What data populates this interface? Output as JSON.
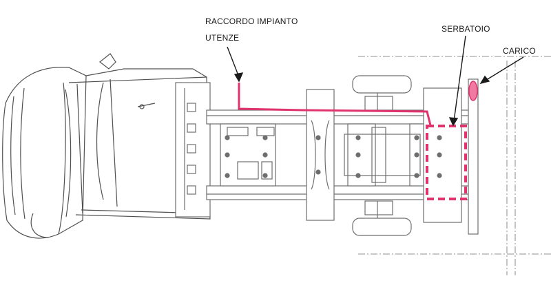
{
  "labels": {
    "raccordo_line1": "RACCORDO IMPIANTO",
    "raccordo_line2": "UTENZE",
    "serbatoio": "SERBATOIO",
    "carico": "CARICO"
  },
  "colors": {
    "line": "#6e6e6e",
    "accent": "#e0336e",
    "text": "#1a1a1a"
  }
}
